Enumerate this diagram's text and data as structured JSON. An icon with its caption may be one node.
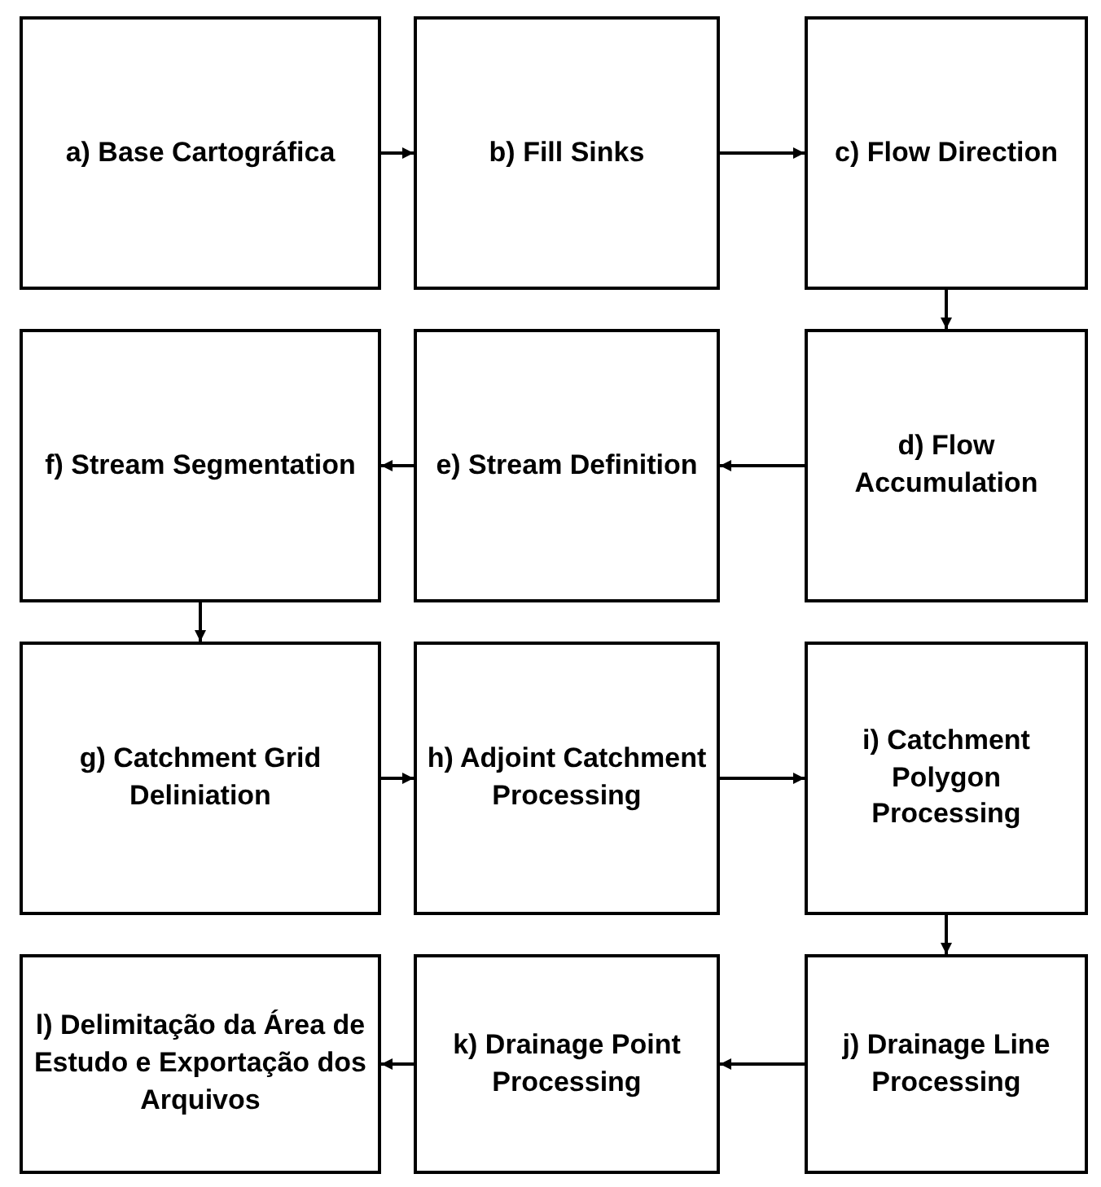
{
  "diagram": {
    "nodes": [
      {
        "text": [
          "a) Base Cartográfica"
        ]
      },
      {
        "text": [
          "b) Fill Sinks"
        ]
      },
      {
        "text": [
          "c) Flow Direction"
        ]
      },
      {
        "text": [
          "d) Flow Accumulation"
        ]
      },
      {
        "text": [
          "e) Stream Definition"
        ]
      },
      {
        "text": [
          "f) Stream Segmentation"
        ]
      },
      {
        "text": [
          "g) Catchment Grid Deliniation"
        ]
      },
      {
        "text": [
          "h) Adjoint Catchment Processing"
        ]
      },
      {
        "text": [
          "i) Catchment Polygon Processing"
        ]
      },
      {
        "text": [
          "j) Drainage Line Processing"
        ]
      },
      {
        "text": [
          "k) Drainage Point Processing"
        ]
      },
      {
        "text": [
          "l) Delimitação da Área de Estudo e Exportação dos Arquivos"
        ]
      }
    ],
    "edges": [
      {
        "from": 0,
        "to": 1,
        "arrow": "to"
      },
      {
        "from": 1,
        "to": 2,
        "arrow": "to"
      },
      {
        "from": 2,
        "to": 3,
        "arrow": "to"
      },
      {
        "from": 3,
        "to": 4,
        "arrow": "to"
      },
      {
        "from": 4,
        "to": 5,
        "arrow": "to"
      },
      {
        "from": 5,
        "to": 6,
        "arrow": "to"
      },
      {
        "from": 6,
        "to": 7,
        "arrow": "to"
      },
      {
        "from": 7,
        "to": 8,
        "arrow": "to"
      },
      {
        "from": 8,
        "to": 9,
        "arrow": "to"
      },
      {
        "from": 9,
        "to": 10,
        "arrow": "to"
      },
      {
        "from": 10,
        "to": 11,
        "arrow": "to"
      }
    ]
  }
}
